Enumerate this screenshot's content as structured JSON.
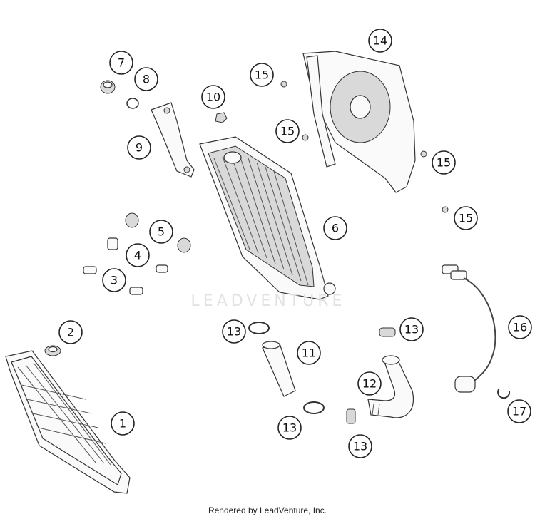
{
  "callouts": [
    {
      "label": "1"
    },
    {
      "label": "2"
    },
    {
      "label": "3"
    },
    {
      "label": "4"
    },
    {
      "label": "5"
    },
    {
      "label": "6"
    },
    {
      "label": "7"
    },
    {
      "label": "8"
    },
    {
      "label": "9"
    },
    {
      "label": "10"
    },
    {
      "label": "11"
    },
    {
      "label": "12"
    },
    {
      "label": "13"
    },
    {
      "label": "13"
    },
    {
      "label": "13"
    },
    {
      "label": "13"
    },
    {
      "label": "14"
    },
    {
      "label": "15"
    },
    {
      "label": "15"
    },
    {
      "label": "15"
    },
    {
      "label": "15"
    },
    {
      "label": "16"
    },
    {
      "label": "17"
    }
  ],
  "watermark": "LEADVENTURE",
  "footer": "Rendered by LeadVenture, Inc."
}
